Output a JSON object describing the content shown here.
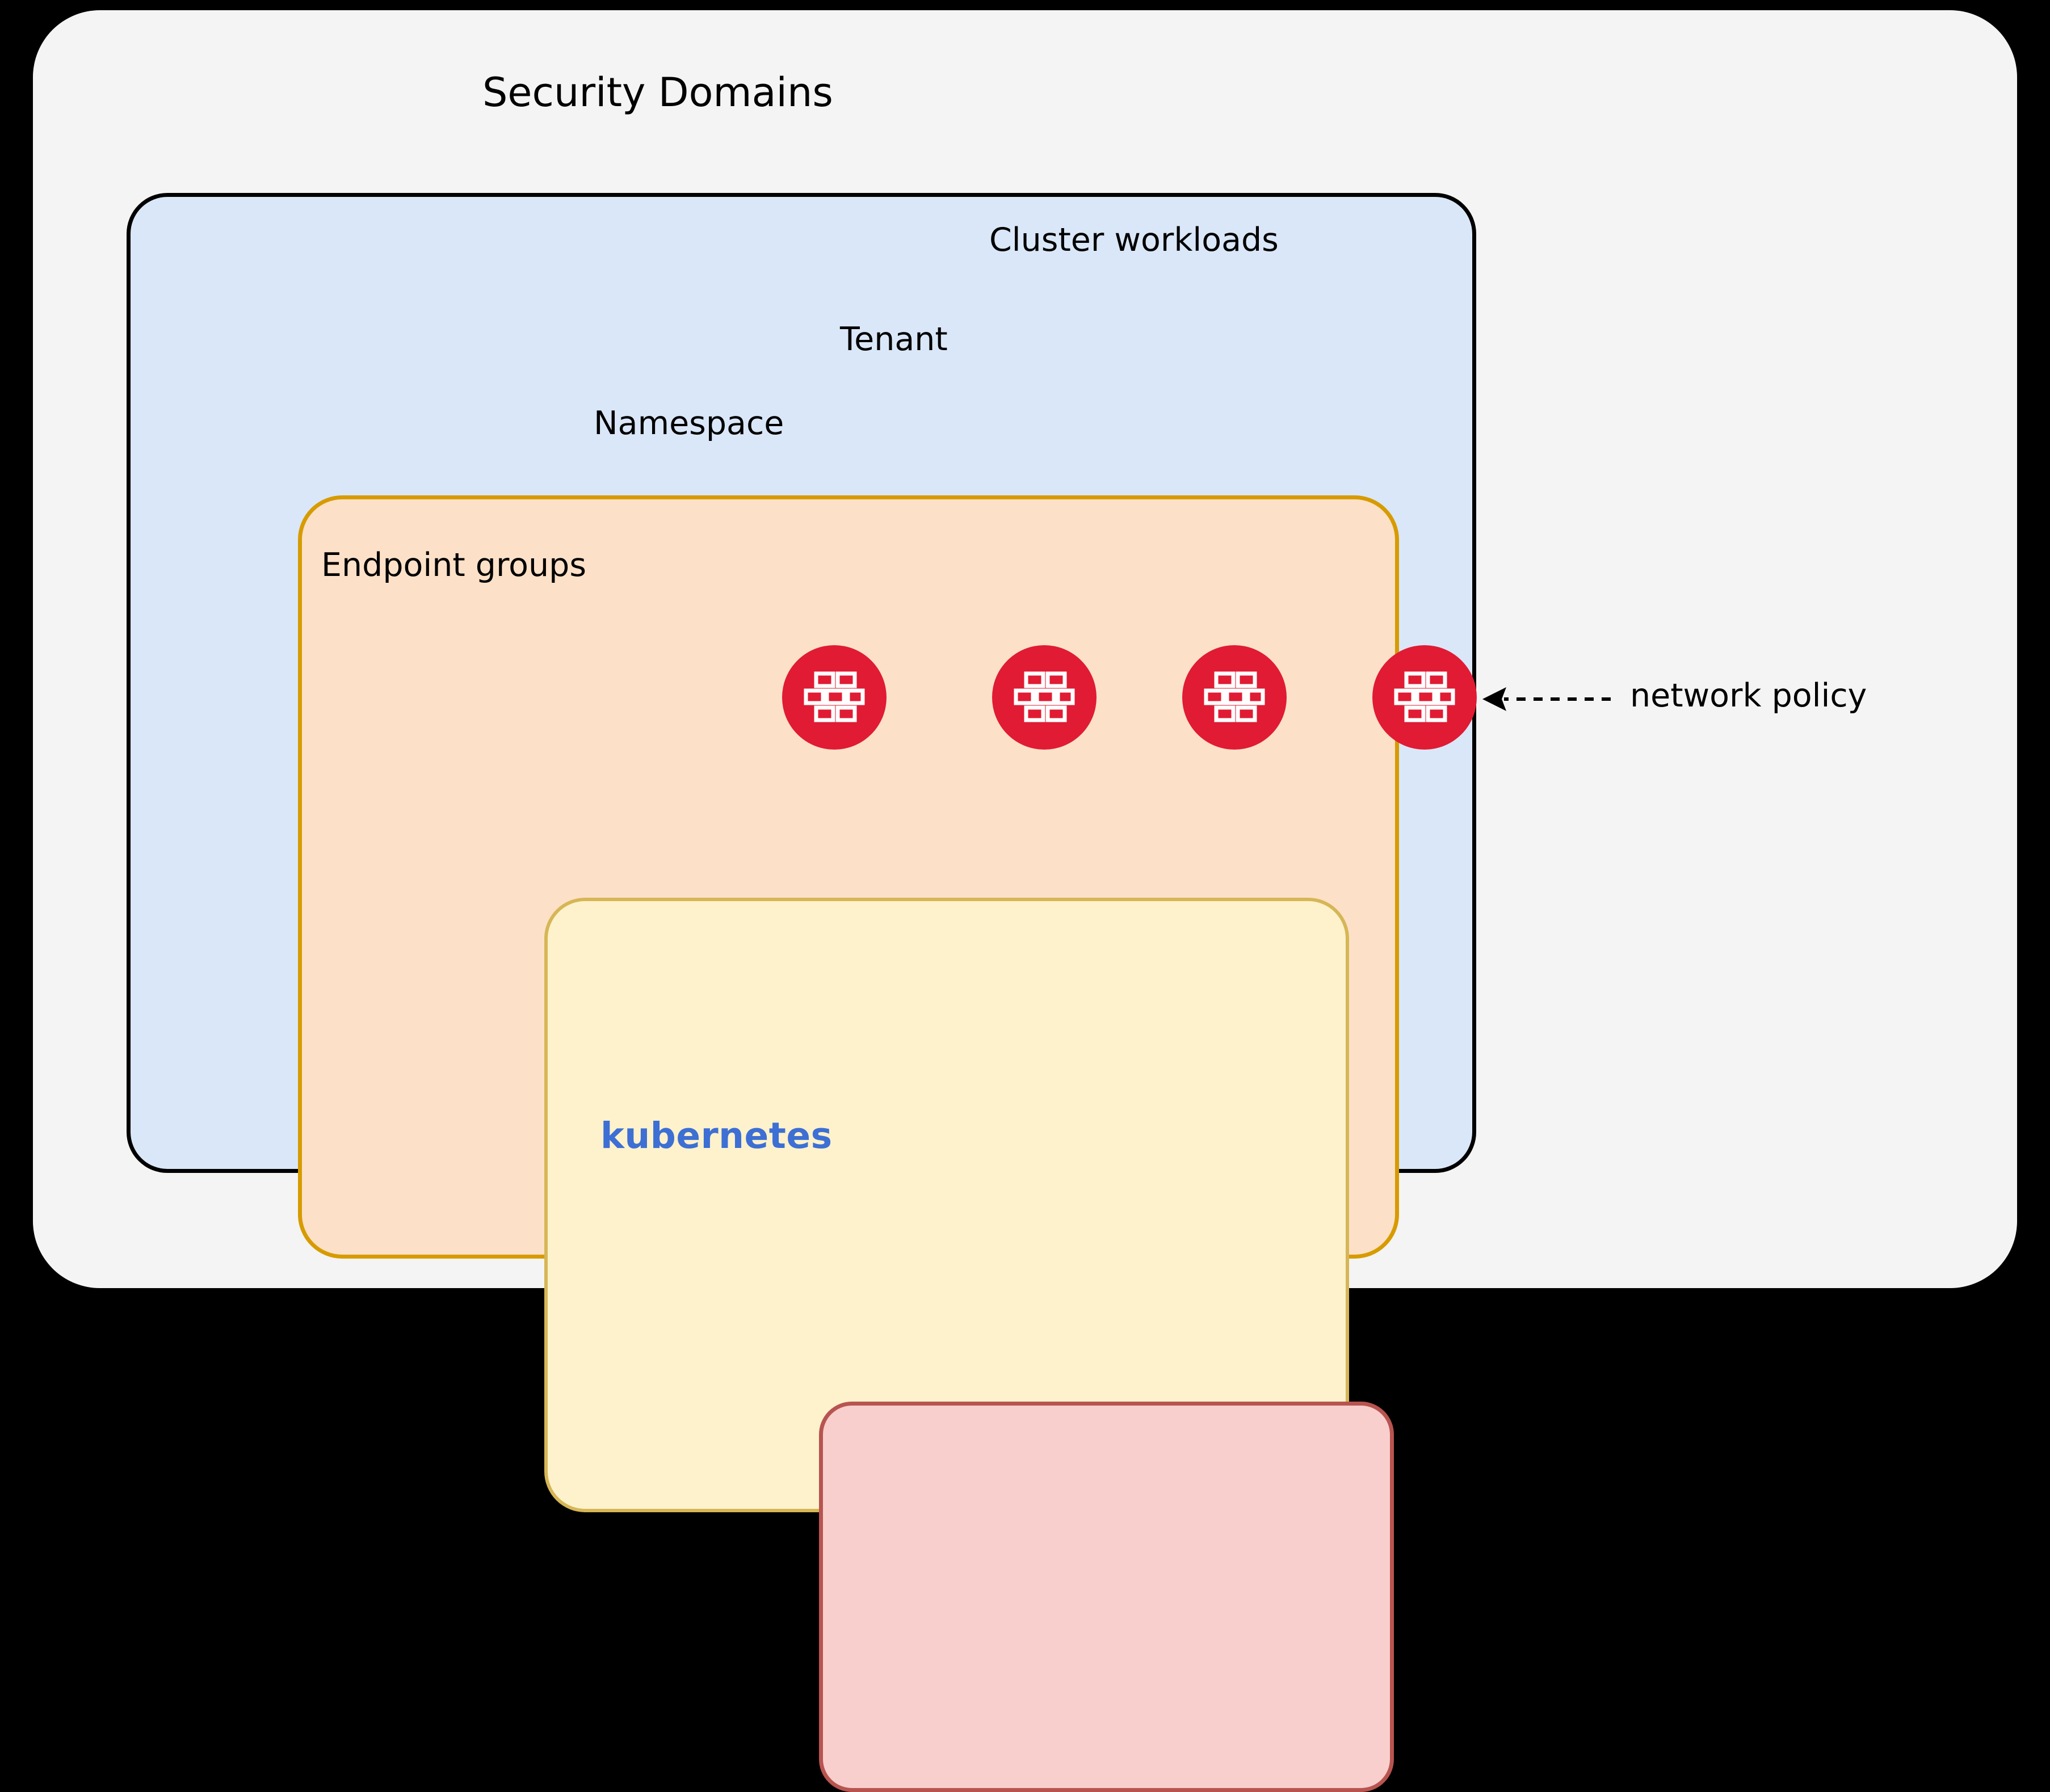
{
  "diagram": {
    "title": "Security Domains",
    "background_color": "#000000",
    "outer_panel_color": "#f4f4f4",
    "domains": [
      {
        "id": "security-domains",
        "label": "Security Domains",
        "fill": "#f4f4f4",
        "stroke": "none",
        "level": 0
      },
      {
        "id": "cluster-workloads",
        "label": "Cluster workloads",
        "platform_label": "kubernetes",
        "platform_color": "#3d6fd4",
        "fill": "#dae7f8",
        "stroke": "#000000",
        "level": 1
      },
      {
        "id": "tenant",
        "label": "Tenant",
        "fill": "#fce1c8",
        "stroke": "#d79b00",
        "level": 2
      },
      {
        "id": "namespace",
        "label": "Namespace",
        "fill": "#fdf2cc",
        "stroke": "#d6b656",
        "level": 3
      },
      {
        "id": "endpoint-groups",
        "label": "Endpoint groups",
        "fill": "#f8cfcc",
        "stroke": "#b85450",
        "level": 4
      }
    ],
    "policy_nodes": {
      "icon": "firewall-brick-wall-icon",
      "color": "#e01b33",
      "count": 4,
      "boundaries": [
        "endpoint-groups",
        "namespace",
        "tenant",
        "cluster-workloads"
      ]
    },
    "annotation": {
      "label": "network policy",
      "arrow": "dashed-arrow-left-icon",
      "points_to": "policy-node-outer"
    }
  }
}
